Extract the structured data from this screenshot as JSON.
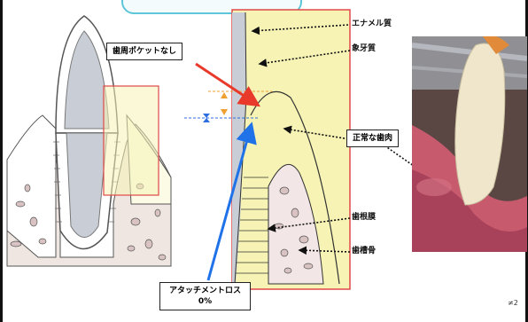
{
  "labels": {
    "enamel": "エナメル質",
    "dentin": "象牙質",
    "no_pocket": "歯周ポケットなし",
    "normal_gingiva": "正常な歯肉",
    "periodontal_ligament": "歯根膜",
    "alveolar_bone": "歯槽骨",
    "attachment_loss_line1": "アタッチメントロス",
    "attachment_loss_line2": "0%"
  },
  "page_number": "≠2",
  "colors": {
    "highlight_fill": "#f6f3b4",
    "highlight_border": "#e0484a",
    "title_border": "#5ec6d8",
    "arrow_red": "#e8392a",
    "arrow_blue": "#1f72e8",
    "marker_orange": "#f0a030",
    "marker_blue": "#2d6fe0",
    "enamel_fill": "#c9ced6",
    "bone_fill": "#e8d6d0"
  }
}
